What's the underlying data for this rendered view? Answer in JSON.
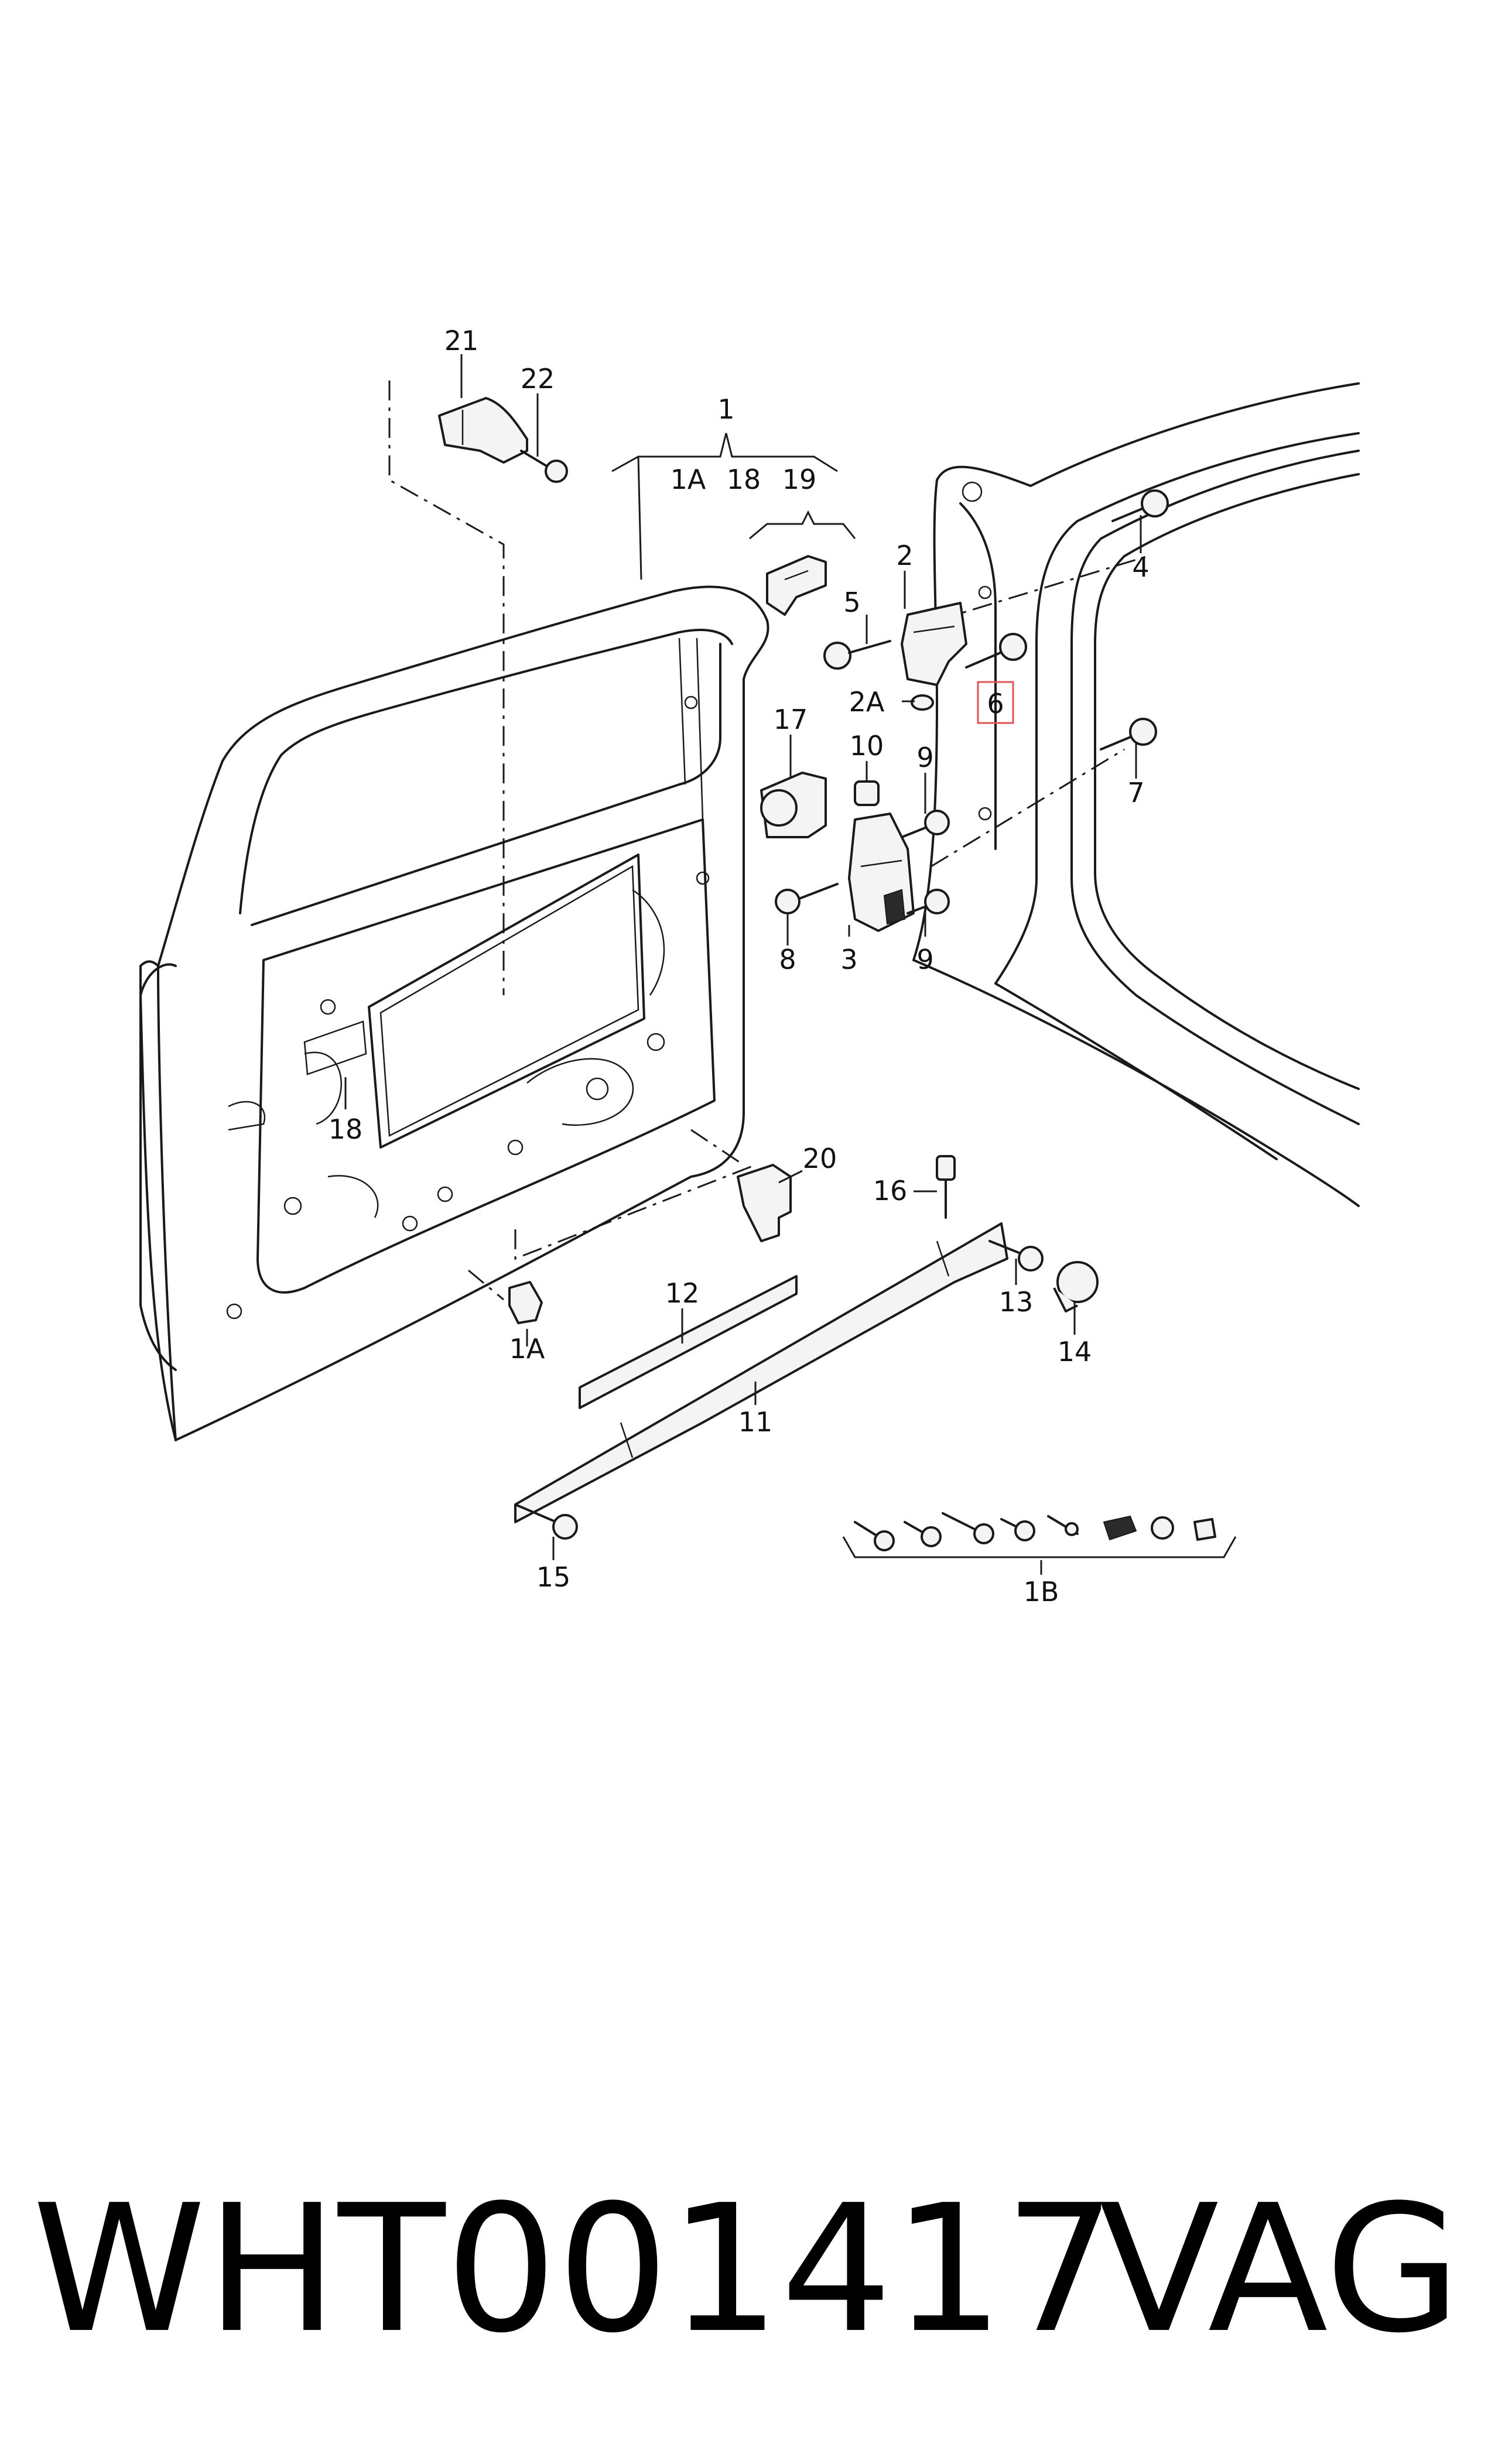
{
  "callouts": {
    "c1": "1",
    "c1A_top": "1A",
    "c18_top": "18",
    "c19": "19",
    "c21": "21",
    "c22": "22",
    "c2": "2",
    "c2A": "2A",
    "c3": "3",
    "c4": "4",
    "c5": "5",
    "c6": "6",
    "c7": "7",
    "c8": "8",
    "c9_top": "9",
    "c9_bottom": "9",
    "c10": "10",
    "c11": "11",
    "c12": "12",
    "c13": "13",
    "c14": "14",
    "c15": "15",
    "c16": "16",
    "c17": "17",
    "c18_bottom": "18",
    "c20": "20",
    "c1A_bottom": "1A",
    "c1B": "1B"
  },
  "highlight_color": "#e05555",
  "footer": {
    "part_number": "WHT001417",
    "brand": "VAG"
  }
}
